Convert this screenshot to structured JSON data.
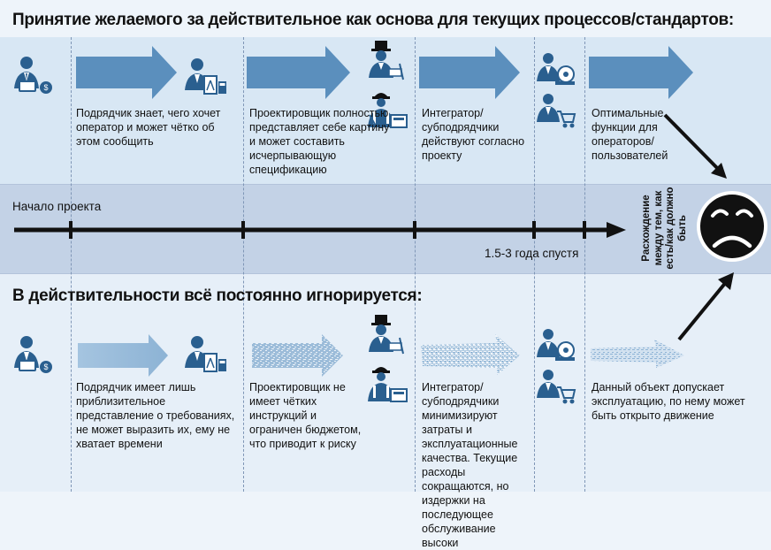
{
  "top": {
    "heading": "Принятие желаемого за действительное как основа для текущих процессов/стандартов:",
    "steps": [
      {
        "text": "Подрядчик знает, чего хочет оператор и может чётко об этом сообщить"
      },
      {
        "text": "Проектировщик полностью представляет себе картину и может составить исчерпывающую спецификацию"
      },
      {
        "text": "Интегратор/ субподрядчики действуют согласно проекту"
      },
      {
        "text": "Оптимальные функции для операторов/ пользователей"
      }
    ]
  },
  "timeline": {
    "start_label": "Начало проекта",
    "duration_label": "1.5-3 года спустя",
    "gap_label": "Расхождение между тем, как есть/как должно быть"
  },
  "bottom": {
    "heading": "В действительности всё постоянно игнорируется:",
    "steps": [
      {
        "text": "Подрядчик имеет лишь приблизительное представление о требованиях, не может выразить их, ему не хватает времени"
      },
      {
        "text": "Проектировщик не имеет чётких инструкций и ограничен бюджетом, что приводит к риску"
      },
      {
        "text": "Интегратор/субподрядчики минимизируют затраты и эксплуатационные качества. Текущие расходы сокращаются, но издержки на последующее обслуживание высоки"
      },
      {
        "text": "Данный объект допускает эксплуатацию, по нему может быть открыто движение"
      }
    ]
  },
  "colors": {
    "arrow": "#5b8fbd",
    "icon": "#2a5f8f",
    "band": "#c3d2e6",
    "panel": "#d8e7f4"
  },
  "icons": [
    "businessman-money-icon",
    "businessman-plans-icon",
    "engineer-tophat-icon",
    "worker-helmet-icon",
    "businessman-gear-icon",
    "businessman-cart-icon",
    "sad-face-icon"
  ]
}
